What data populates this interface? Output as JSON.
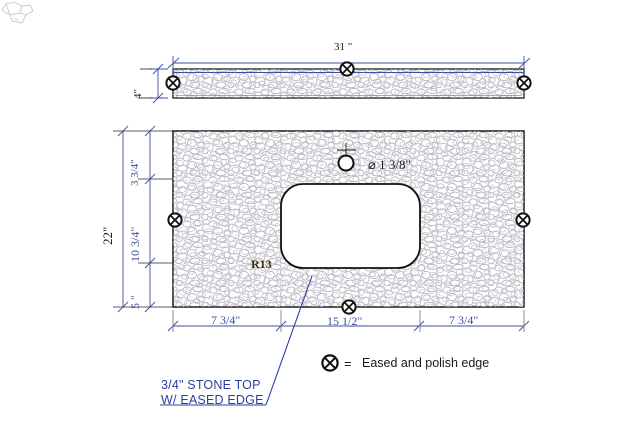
{
  "drawing": {
    "title": "Stone Top Fabrication Drawing",
    "colors": {
      "dimension_blue": "#3b4fa0",
      "outline_black": "#1a1a1a",
      "stone_fill": "#ffffff",
      "stone_speckle": "#b9b9c2",
      "note_blue": "#2b3fa0",
      "label_brown": "#3a2d10",
      "background": "#ffffff"
    },
    "elevation_view": {
      "name": "front-elevation",
      "width_dimension": "31 \"",
      "thickness_dimension": "4\"",
      "edge_marks": 3
    },
    "plan_view": {
      "name": "top-plan",
      "overall_height_dimension": "22\"",
      "vertical_dimensions": [
        "3 3/4\"",
        "10 3/4\"",
        "5 \""
      ],
      "horizontal_dimensions": [
        "7 3/4\"",
        "15 1/2\"",
        "7 3/4\""
      ],
      "hole_callout": "⌀ 1 3/8\"",
      "radius_callout": "R13",
      "edge_marks": 3
    },
    "legend": {
      "symbol_name": "eased-polish-edge-symbol",
      "equals": "=",
      "label": "Eased and polish edge"
    },
    "note": {
      "line1": "3/4\" STONE TOP",
      "line2": "W/ EASED EDGE"
    }
  }
}
